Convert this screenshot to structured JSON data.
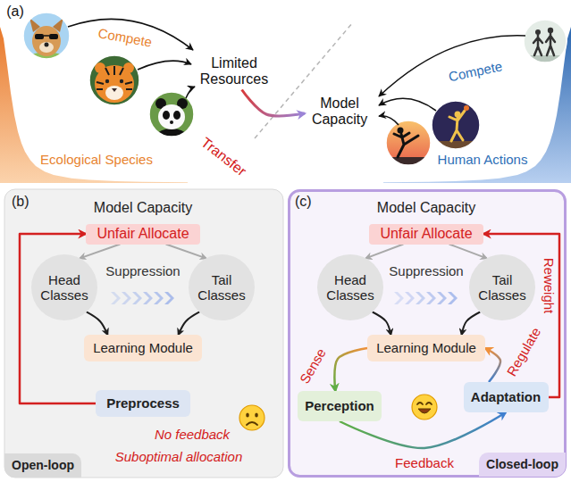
{
  "diagram": {
    "nodes": [
      {
        "text": [
          "Limited Resources"
        ]
      },
      {
        "text": [
          "Model Capacity"
        ]
      },
      {
        "text": [
          "(b)"
        ]
      },
      {
        "text": [
          "Unfair Allocate"
        ],
        "in": 2
      },
      {
        "text": [
          "Head Classes"
        ],
        "in": 2
      },
      {
        "text": [
          "Tail Classes"
        ],
        "in": 2
      },
      {
        "text": [
          "Learning Module"
        ],
        "in": 2
      },
      {
        "text": [
          "Preprocess"
        ],
        "in": 2
      },
      {
        "text": [
          "Open-loop"
        ],
        "in": 2
      },
      {
        "text": [
          "(c)"
        ]
      },
      {
        "text": [
          "Unfair Allocate"
        ],
        "in": 9
      },
      {
        "text": [
          "Head Classes"
        ],
        "in": 9
      },
      {
        "text": [
          "Tail Classes"
        ],
        "in": 9
      },
      {
        "text": [
          "Learning Module"
        ],
        "in": 9
      },
      {
        "text": [
          "Perception"
        ],
        "in": 9
      },
      {
        "text": [
          "Adaptation"
        ],
        "in": 9
      },
      {
        "text": [
          "Closed-loop"
        ],
        "in": 9
      }
    ],
    "edges": [
      {
        "from": 0,
        "to": 1,
        "arrow": "to",
        "label": "Transfer"
      },
      {
        "from": 3,
        "to": 4,
        "arrow": "to"
      },
      {
        "from": 3,
        "to": 5,
        "arrow": "to"
      },
      {
        "from": 4,
        "to": 6,
        "arrow": "to"
      },
      {
        "from": 5,
        "to": 6,
        "arrow": "to"
      },
      {
        "from": 7,
        "to": 3,
        "arrow": "to"
      },
      {
        "from": 10,
        "to": 11,
        "arrow": "to"
      },
      {
        "from": 10,
        "to": 12,
        "arrow": "to"
      },
      {
        "from": 11,
        "to": 13,
        "arrow": "to"
      },
      {
        "from": 12,
        "to": 13,
        "arrow": "to"
      },
      {
        "from": 13,
        "to": 14,
        "arrow": "to",
        "label": "Sense"
      },
      {
        "from": 14,
        "to": 15,
        "arrow": "to",
        "label": "Feedback"
      },
      {
        "from": 15,
        "to": 13,
        "arrow": "to",
        "label": "Regulate"
      },
      {
        "from": 15,
        "to": 10,
        "arrow": "to",
        "label": "Reweight"
      }
    ],
    "labels": [
      "(a)",
      "Compete",
      "Compete",
      "Ecological Species",
      "Human Actions",
      "Model Capacity",
      "Suppression",
      "No feedback",
      "Suboptimal allocation",
      "Model Capacity",
      "Suppression"
    ]
  }
}
